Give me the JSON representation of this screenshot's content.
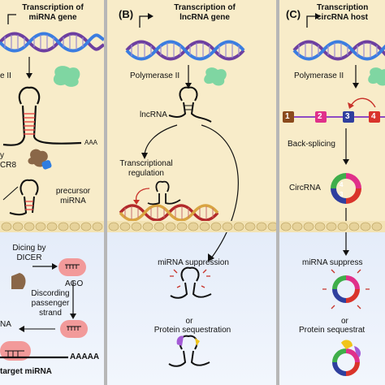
{
  "panel_a": {
    "title": "Transcription of\nmiRNA gene",
    "pol": "e II",
    "aaa": "AAA",
    "drosha": "y\nCR8",
    "precursor": "precursor\nmiRNA",
    "dicing": "Dicing by\nDICER",
    "ago": "AGO",
    "discording": "Discording\npassenger\nstrand",
    "na": "NA",
    "aaaaa": "AAAAA",
    "target": "target miRNA"
  },
  "panel_b": {
    "label": "(B)",
    "title": "Transcription of\nlncRNA gene",
    "pol": "Polymerase II",
    "lncrna": "lncRNA",
    "regulation": "Transcriptional\nregulation",
    "suppression": "miRNA suppression",
    "or": "or",
    "sequestration": "Protein sequestration"
  },
  "panel_c": {
    "label": "(C)",
    "title": "Transcription\ncircRNA host",
    "pol": "Polymerase II",
    "back_splicing": "Back-splicing",
    "circrna": "CircRNA",
    "suppression": "miRNA suppress",
    "or": "or",
    "sequestration": "Protein sequestrat",
    "exons": [
      "1",
      "2",
      "3",
      "4"
    ],
    "circ_exons": [
      "3",
      "4"
    ]
  },
  "colors": {
    "nucleus": "#f8ecc9",
    "cytoplasm": "#e4ecf9",
    "dna_purple": "#6d3fa0",
    "dna_blue": "#3b7de0",
    "polymerase": "#7fd6a2",
    "exon1": "#8b4a1c",
    "exon2": "#e0308a",
    "exon3": "#2f3f9e",
    "exon4": "#d9342b",
    "arrow_red": "#c8322a"
  }
}
